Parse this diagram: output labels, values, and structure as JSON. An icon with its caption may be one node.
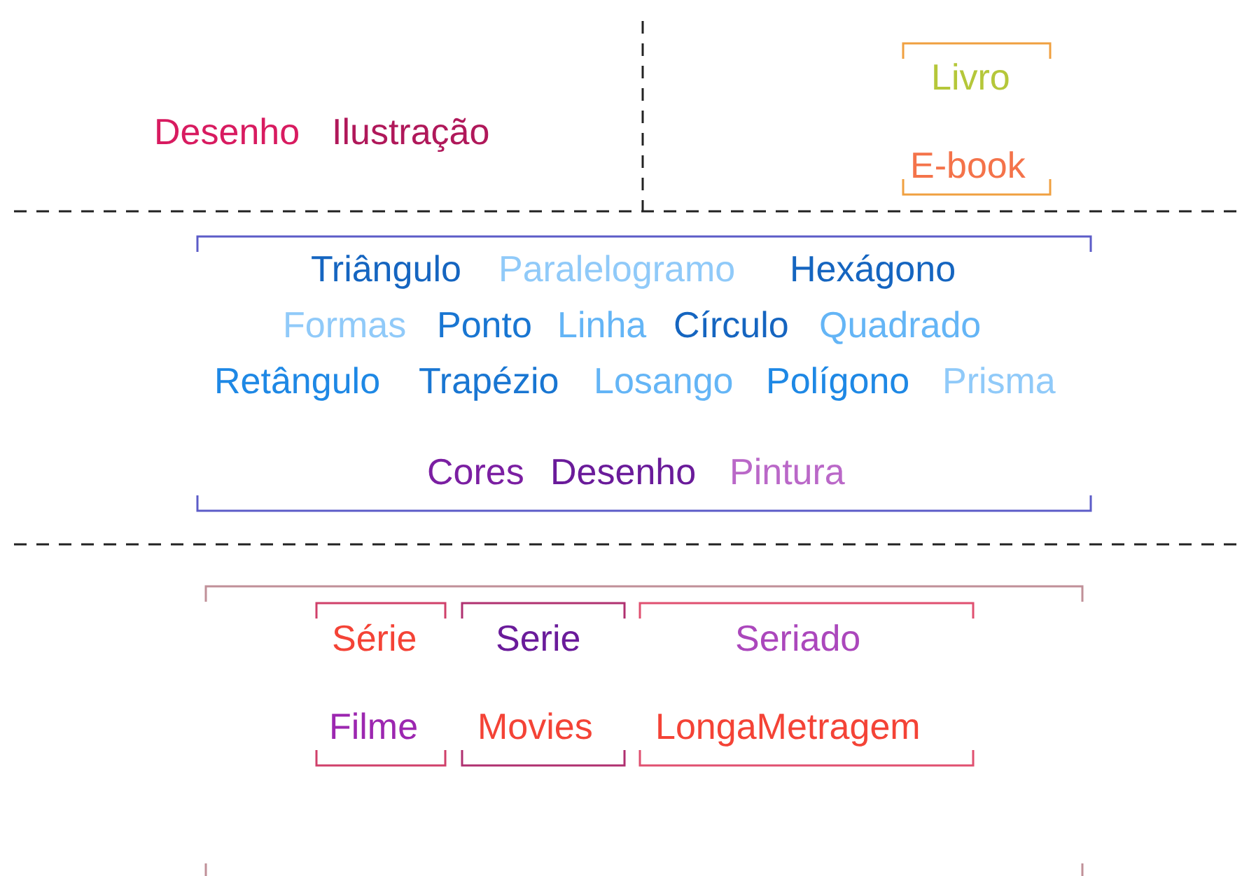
{
  "diagram": {
    "labels": [
      "Livro",
      "Desenho",
      "Ilustração",
      "E-book",
      "Triângulo",
      "Paralelogramo",
      "Hexágono",
      "Formas",
      "Ponto",
      "Linha",
      "Círculo",
      "Quadrado",
      "Retângulo",
      "Trapézio",
      "Losango",
      "Polígono",
      "Prisma",
      "Cores",
      "Desenho",
      "Pintura",
      "Série",
      "Serie",
      "Seriado",
      "Filme",
      "Movies",
      "LongaMetragem"
    ]
  }
}
